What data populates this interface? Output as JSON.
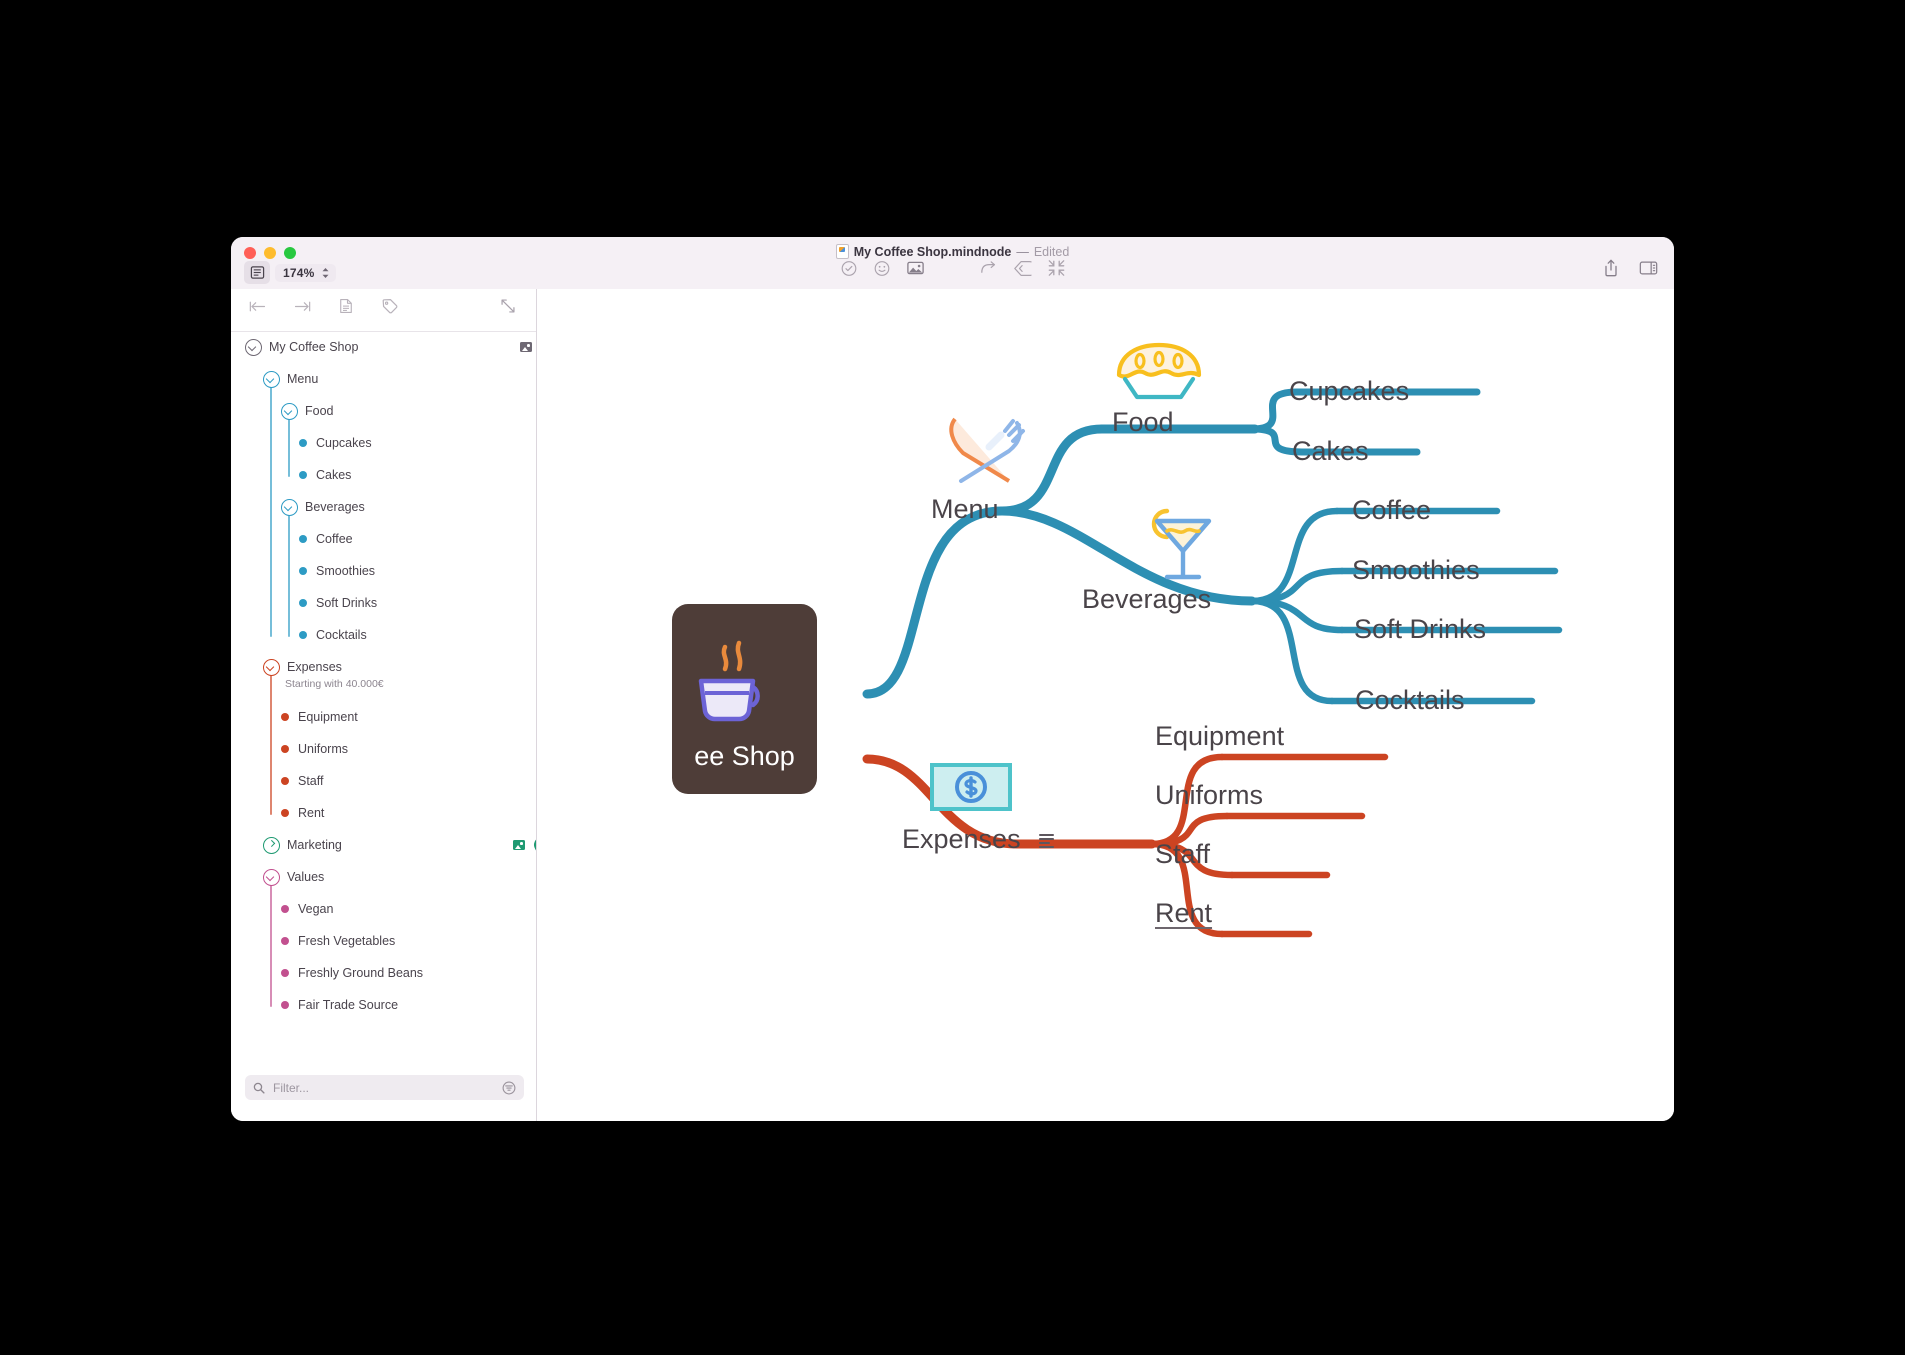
{
  "window": {
    "title_name": "My Coffee Shop.mindnode",
    "title_separator": "—",
    "title_state": "Edited"
  },
  "toolbar": {
    "zoom_level": "174%",
    "sidebar_toggle_icon": "document-list-icon",
    "center_icons": [
      "checkmark-circle-icon",
      "emoji-smiley-icon",
      "image-icon",
      "redo-arrow-icon",
      "back-chevron-icon",
      "collapse-arrows-icon"
    ],
    "right_icons": [
      "share-icon",
      "inspector-panel-icon"
    ]
  },
  "sidebar": {
    "tools": [
      "outdent-icon",
      "indent-icon",
      "note-icon",
      "tag-icon",
      "expand-diagonal-icon"
    ],
    "filter": {
      "placeholder": "Filter...",
      "value": "",
      "search_icon": "search-icon",
      "options_icon": "filter-options-icon"
    },
    "items": [
      {
        "label": "My Coffee Shop",
        "level": 0,
        "type": "disc",
        "color": "#6e6873",
        "expanded": true,
        "badge": "#6e6873"
      },
      {
        "label": "Menu",
        "level": 1,
        "type": "disc",
        "color": "#2d9bc4",
        "expanded": true,
        "badge": "#2d9bc4"
      },
      {
        "label": "Food",
        "level": 2,
        "type": "disc",
        "color": "#2d9bc4",
        "expanded": true,
        "badge": "#2d9bc4"
      },
      {
        "label": "Cupcakes",
        "level": 3,
        "type": "dot",
        "color": "#2d9bc4"
      },
      {
        "label": "Cakes",
        "level": 3,
        "type": "dot",
        "color": "#2d9bc4"
      },
      {
        "label": "Beverages",
        "level": 2,
        "type": "disc",
        "color": "#2d9bc4",
        "expanded": true,
        "badge": "#2d9bc4"
      },
      {
        "label": "Coffee",
        "level": 3,
        "type": "dot",
        "color": "#2d9bc4"
      },
      {
        "label": "Smoothies",
        "level": 3,
        "type": "dot",
        "color": "#2d9bc4"
      },
      {
        "label": "Soft Drinks",
        "level": 3,
        "type": "dot",
        "color": "#2d9bc4"
      },
      {
        "label": "Cocktails",
        "level": 3,
        "type": "dot",
        "color": "#2d9bc4"
      },
      {
        "label": "Expenses",
        "level": 1,
        "type": "disc",
        "color": "#cc4422",
        "expanded": true,
        "badge": "#cc4422",
        "note": "Starting with 40.000€"
      },
      {
        "label": "Equipment",
        "level": 2,
        "type": "dot",
        "color": "#cc4422"
      },
      {
        "label": "Uniforms",
        "level": 2,
        "type": "dot",
        "color": "#cc4422"
      },
      {
        "label": "Staff",
        "level": 2,
        "type": "dot",
        "color": "#cc4422"
      },
      {
        "label": "Rent",
        "level": 2,
        "type": "dot",
        "color": "#cc4422"
      },
      {
        "label": "Marketing",
        "level": 1,
        "type": "disc",
        "color": "#1f9a72",
        "expanded": false,
        "badge": "#1f9a72",
        "ring": true
      },
      {
        "label": "Values",
        "level": 1,
        "type": "disc",
        "color": "#c2508f",
        "expanded": true,
        "badge": "#c2508f"
      },
      {
        "label": "Vegan",
        "level": 2,
        "type": "dot",
        "color": "#c2508f"
      },
      {
        "label": "Fresh Vegetables",
        "level": 2,
        "type": "dot",
        "color": "#c2508f"
      },
      {
        "label": "Freshly Ground Beans",
        "level": 2,
        "type": "dot",
        "color": "#c2508f"
      },
      {
        "label": "Fair Trade Source",
        "level": 2,
        "type": "dot",
        "color": "#c2508f"
      }
    ]
  },
  "mindmap": {
    "root": {
      "label": "My Coffee Shop",
      "visible_text": "ee Shop",
      "fill": "#4e3d38",
      "icon": "coffee-cup-icon"
    },
    "branch_colors": {
      "menu": "#2d8fb3",
      "expenses": "#cc4422"
    },
    "nodes": [
      {
        "label": "Menu",
        "icon": "fork-knife-icon"
      },
      {
        "label": "Food",
        "icon": "cupcake-icon"
      },
      {
        "label": "Cupcakes"
      },
      {
        "label": "Cakes"
      },
      {
        "label": "Beverages",
        "icon": "cocktail-glass-icon"
      },
      {
        "label": "Coffee"
      },
      {
        "label": "Smoothies"
      },
      {
        "label": "Soft Drinks"
      },
      {
        "label": "Cocktails"
      },
      {
        "label": "Expenses",
        "icon": "banknote-dollar-icon",
        "note_indicator": true
      },
      {
        "label": "Equipment"
      },
      {
        "label": "Uniforms"
      },
      {
        "label": "Staff"
      },
      {
        "label": "Rent",
        "underlined": true
      }
    ]
  }
}
